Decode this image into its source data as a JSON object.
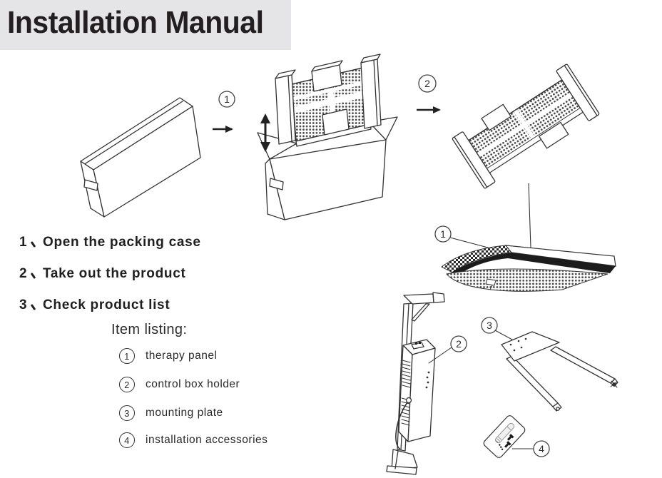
{
  "header": {
    "title": "Installation Manual"
  },
  "steps": [
    {
      "number": "1",
      "separator": "、",
      "text": "Open the packing case"
    },
    {
      "number": "2",
      "separator": "、",
      "text": "Take out the product"
    },
    {
      "number": "3",
      "separator": "、",
      "text": "Check product list"
    }
  ],
  "item_listing": {
    "heading": "Item listing:",
    "items": [
      {
        "number": "1",
        "label": "therapy panel"
      },
      {
        "number": "2",
        "label": "control box holder"
      },
      {
        "number": "3",
        "label": "mounting plate"
      },
      {
        "number": "4",
        "label": "installation accessories"
      }
    ]
  },
  "diagram_labels": {
    "step1": "1",
    "step2": "2",
    "part1": "1",
    "part2": "2",
    "part3": "3",
    "part4": "4"
  },
  "colors": {
    "header_bg": "#e5e5e7",
    "line_art": "#333333",
    "title_text": "#231f20"
  }
}
